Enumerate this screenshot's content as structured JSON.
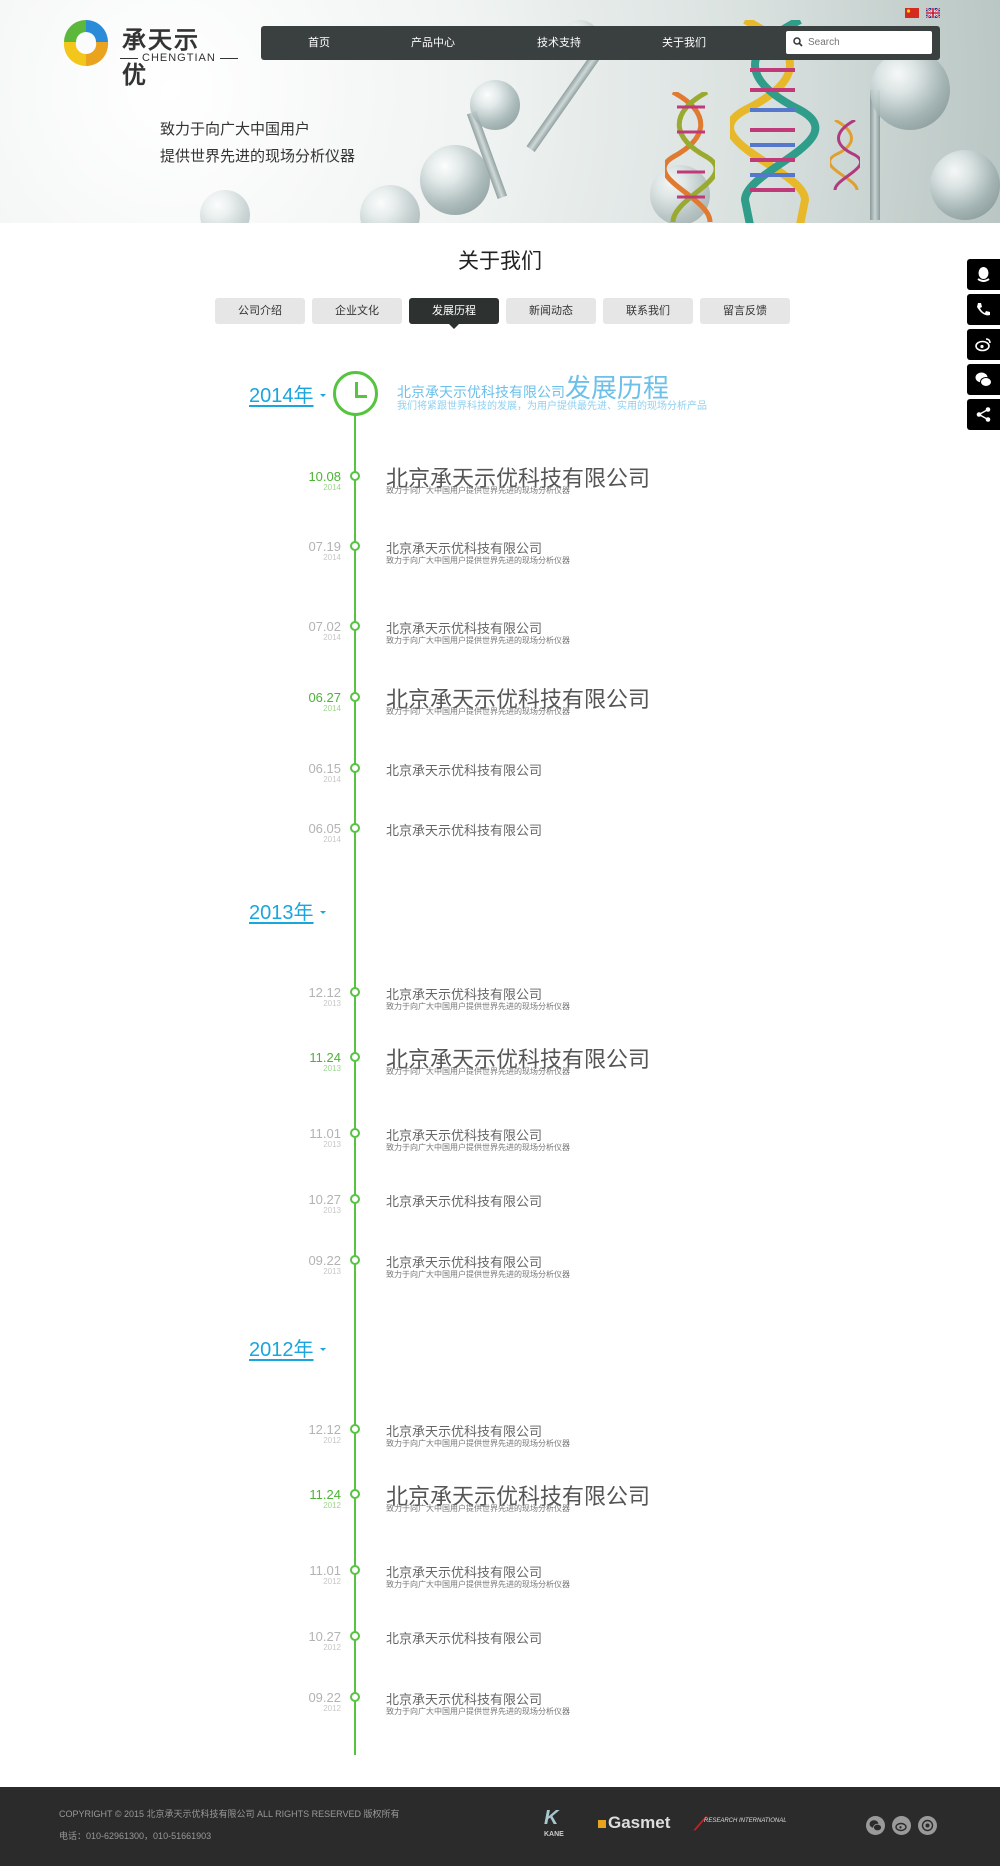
{
  "header": {
    "logo_cn": "承天示优",
    "logo_en": "CHENGTIAN",
    "nav": [
      "首页",
      "产品中心",
      "技术支持",
      "关于我们"
    ],
    "search_placeholder": "Search",
    "languages": [
      "cn-flag-icon",
      "uk-flag-icon"
    ],
    "slogan_line1": "致力于向广大中国用户",
    "slogan_line2": "提供世界先进的现场分析仪器"
  },
  "section": {
    "title": "关于我们",
    "tabs": [
      "公司介绍",
      "企业文化",
      "发展历程",
      "新闻动态",
      "联系我们",
      "留言反馈"
    ],
    "active_tab": "发展历程"
  },
  "timeline": {
    "heading_small": "北京承天示优科技有限公司",
    "heading_big": "发展历程",
    "heading_sub": "我们将紧跟世界科技的发展，为用户提供最先进、实用的现场分析产品",
    "years": [
      {
        "label": "2014年",
        "events": [
          {
            "date": "10.08",
            "year": "2014",
            "title": "北京承天示优科技有限公司",
            "desc": "致力于向广大中国用户提供世界先进的现场分析仪器",
            "highlight": true
          },
          {
            "date": "07.19",
            "year": "2014",
            "title": "北京承天示优科技有限公司",
            "desc": "致力于向广大中国用户提供世界先进的现场分析仪器",
            "highlight": false
          },
          {
            "date": "07.02",
            "year": "2014",
            "title": "北京承天示优科技有限公司",
            "desc": "致力于向广大中国用户提供世界先进的现场分析仪器",
            "highlight": false
          },
          {
            "date": "06.27",
            "year": "2014",
            "title": "北京承天示优科技有限公司",
            "desc": "致力于向广大中国用户提供世界先进的现场分析仪器",
            "highlight": true
          },
          {
            "date": "06.15",
            "year": "2014",
            "title": "北京承天示优科技有限公司",
            "desc": "",
            "highlight": false
          },
          {
            "date": "06.05",
            "year": "2014",
            "title": "北京承天示优科技有限公司",
            "desc": "",
            "highlight": false
          }
        ]
      },
      {
        "label": "2013年",
        "events": [
          {
            "date": "12.12",
            "year": "2013",
            "title": "北京承天示优科技有限公司",
            "desc": "致力于向广大中国用户提供世界先进的现场分析仪器",
            "highlight": false
          },
          {
            "date": "11.24",
            "year": "2013",
            "title": "北京承天示优科技有限公司",
            "desc": "致力于向广大中国用户提供世界先进的现场分析仪器",
            "highlight": true
          },
          {
            "date": "11.01",
            "year": "2013",
            "title": "北京承天示优科技有限公司",
            "desc": "致力于向广大中国用户提供世界先进的现场分析仪器",
            "highlight": false
          },
          {
            "date": "10.27",
            "year": "2013",
            "title": "北京承天示优科技有限公司",
            "desc": "",
            "highlight": false
          },
          {
            "date": "09.22",
            "year": "2013",
            "title": "北京承天示优科技有限公司",
            "desc": "致力于向广大中国用户提供世界先进的现场分析仪器",
            "highlight": false
          }
        ]
      },
      {
        "label": "2012年",
        "events": [
          {
            "date": "12.12",
            "year": "2012",
            "title": "北京承天示优科技有限公司",
            "desc": "致力于向广大中国用户提供世界先进的现场分析仪器",
            "highlight": false
          },
          {
            "date": "11.24",
            "year": "2012",
            "title": "北京承天示优科技有限公司",
            "desc": "致力于向广大中国用户提供世界先进的现场分析仪器",
            "highlight": true
          },
          {
            "date": "11.01",
            "year": "2012",
            "title": "北京承天示优科技有限公司",
            "desc": "致力于向广大中国用户提供世界先进的现场分析仪器",
            "highlight": false
          },
          {
            "date": "10.27",
            "year": "2012",
            "title": "北京承天示优科技有限公司",
            "desc": "",
            "highlight": false
          },
          {
            "date": "09.22",
            "year": "2012",
            "title": "北京承天示优科技有限公司",
            "desc": "致力于向广大中国用户提供世界先进的现场分析仪器",
            "highlight": false
          }
        ]
      }
    ]
  },
  "sidebar": [
    "qq-icon",
    "phone-icon",
    "weibo-icon",
    "wechat-icon",
    "share-icon"
  ],
  "footer": {
    "copyright": "COPYRIGHT © 2015 北京承天示优科技有限公司 ALL RIGHTS RESERVED 版权所有",
    "phone": "电话：010-62961300，010-51661903",
    "partners": {
      "kane": "K",
      "kane_sub": "KANE",
      "gasmet": "Gasmet",
      "research": "RESEARCH INTERNATIONAL"
    },
    "social": [
      "wechat-icon",
      "weibo-icon",
      "qzone-icon"
    ]
  },
  "colors": {
    "accent_green": "#56c341",
    "year_blue": "#19a5de",
    "nav_bg": "#3a403f",
    "footer_bg": "#2b2b2b"
  }
}
